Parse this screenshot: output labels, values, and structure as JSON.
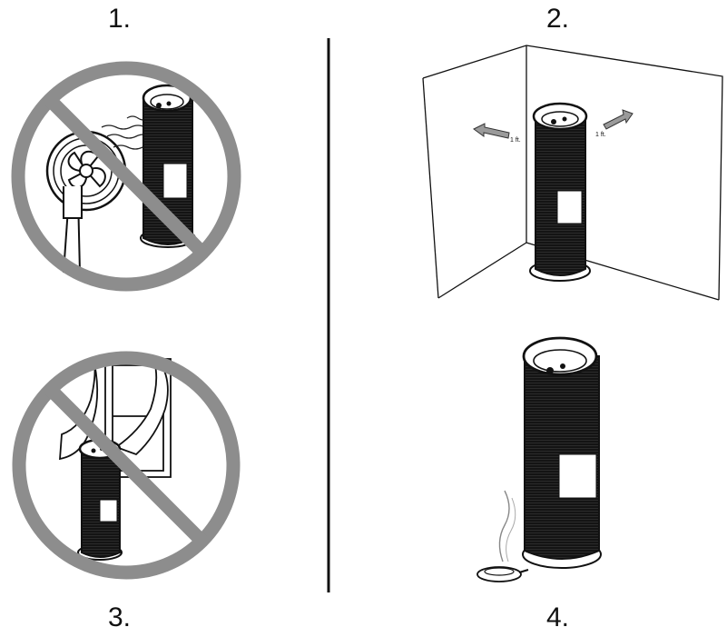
{
  "steps": [
    {
      "number": "1.",
      "panel": "no-fan-near-purifier"
    },
    {
      "number": "2.",
      "panel": "keep-distance-from-walls"
    },
    {
      "number": "3.",
      "panel": "no-curtains-near-purifier"
    },
    {
      "number": "4.",
      "panel": "place-near-smoke-source"
    }
  ],
  "distance_label": "1 ft.",
  "colors": {
    "prohibition_sign": "#8d8d8d",
    "purifier_body": "#141414",
    "line": "#111111",
    "background": "#ffffff"
  },
  "icons": [
    "no-symbol-icon",
    "fan-icon",
    "air-purifier-icon",
    "curtain-icon",
    "arrow-icon",
    "smoke-dish-icon"
  ]
}
